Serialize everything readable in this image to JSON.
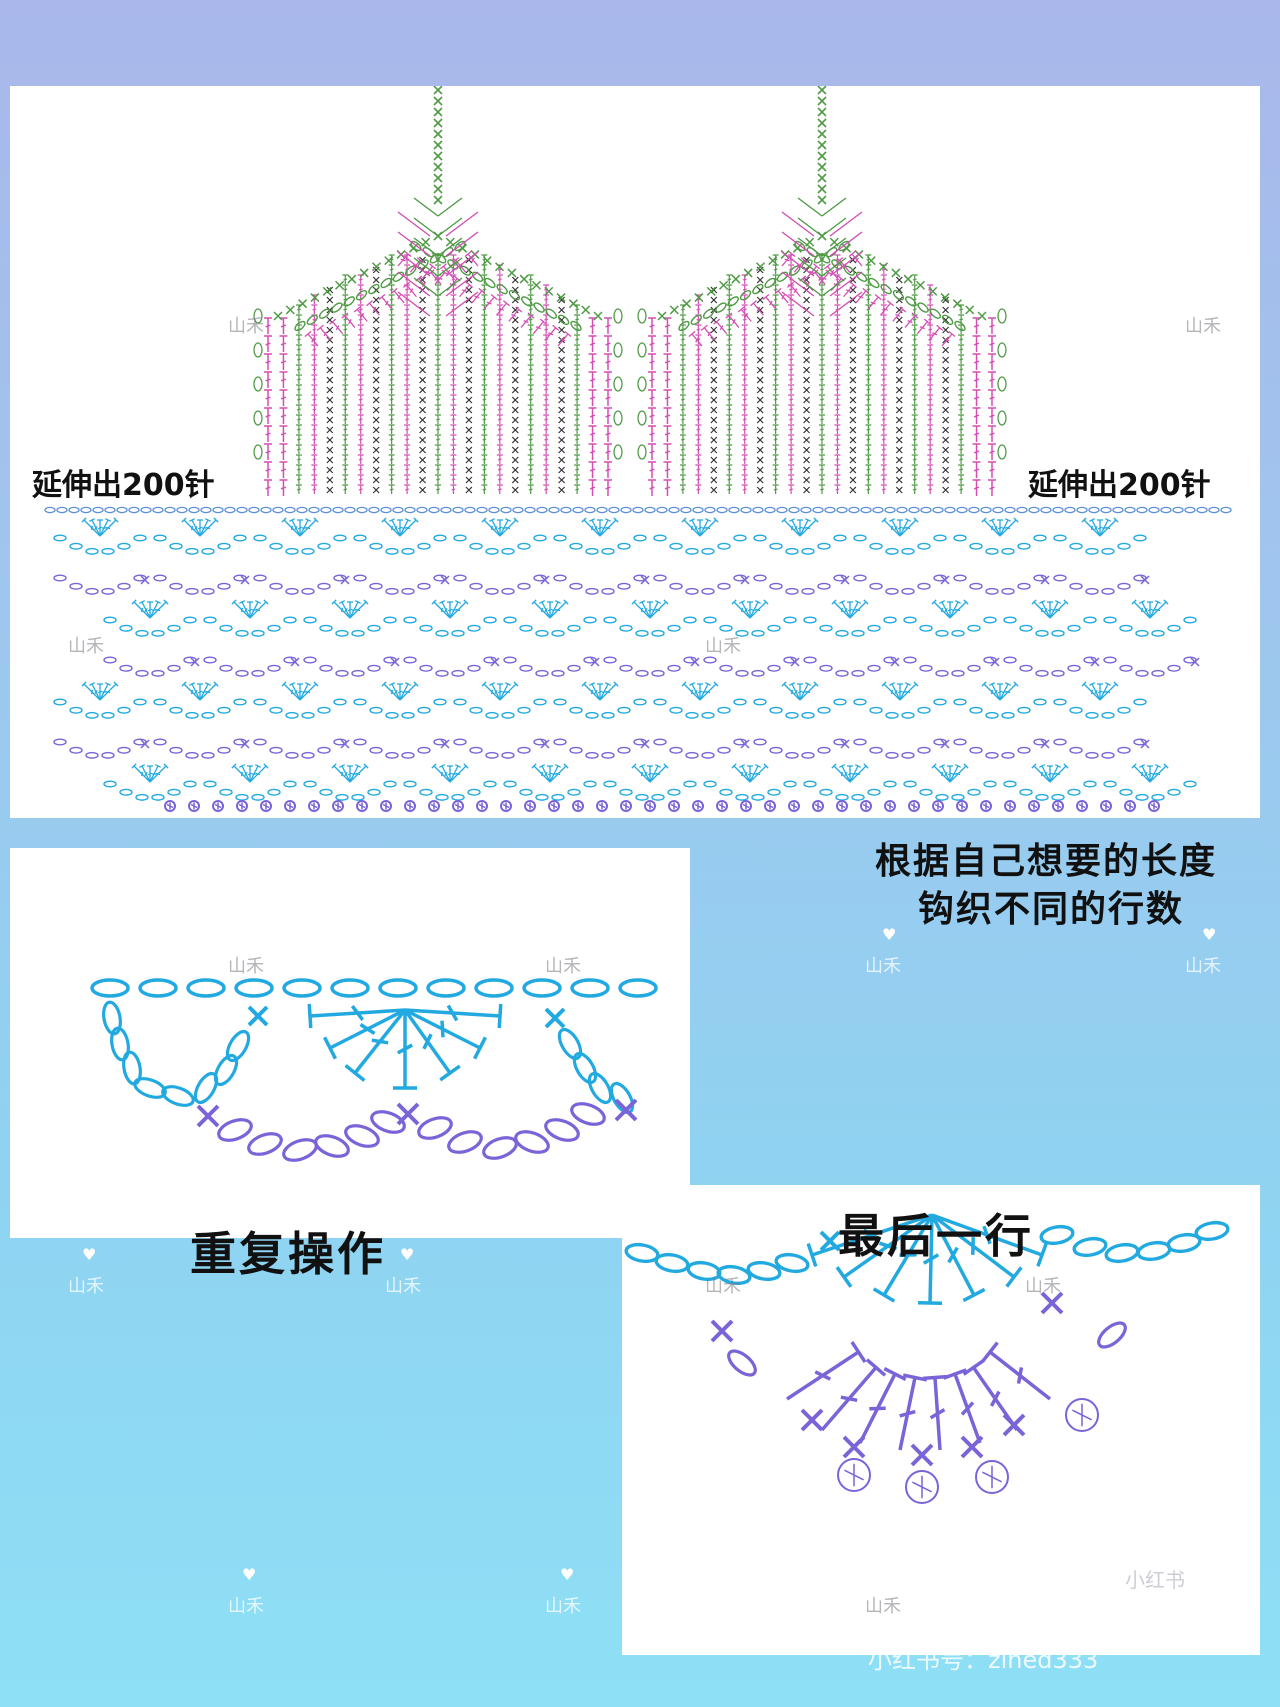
{
  "labels": {
    "extend_left": "延伸出200针",
    "extend_right": "延伸出200针",
    "note_line1": "根据自己想要的长度",
    "note_line2": "钩织不同的行数",
    "repeat_caption": "重复操作",
    "last_caption": "最后一行"
  },
  "watermark": "山禾",
  "brand": "小红书号：zlned333",
  "logo_text": "小红书",
  "colors": {
    "pink": "#d44fb4",
    "green": "#4f9a45",
    "dark": "#333333",
    "cyan": "#22a9e0",
    "purple": "#7b63d8",
    "chain": "#5b8fd6"
  }
}
